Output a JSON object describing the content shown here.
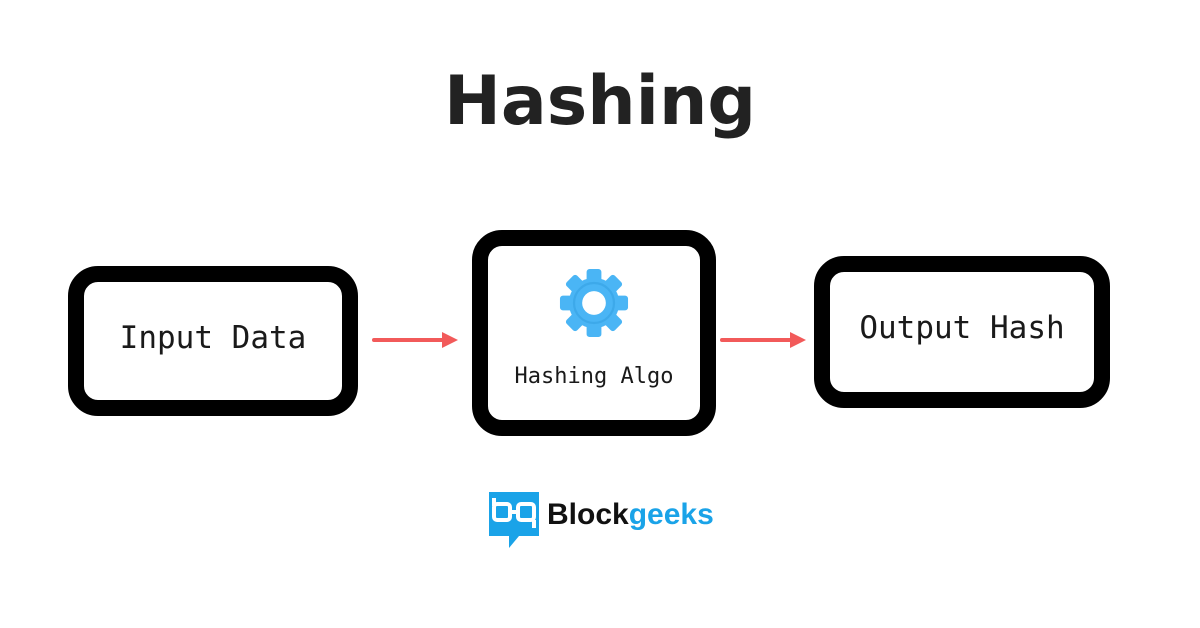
{
  "title": "Hashing",
  "nodes": {
    "input": {
      "label": "Input Data"
    },
    "algorithm": {
      "label": "Hashing Algo",
      "icon": "gear-icon"
    },
    "output": {
      "label": "Output Hash"
    }
  },
  "edges": [
    {
      "from": "Input Data",
      "to": "Hashing Algo"
    },
    {
      "from": "Hashing Algo",
      "to": "Output Hash"
    }
  ],
  "brand": {
    "name_part1": "Block",
    "name_part2": "geeks",
    "icon": "blockgeeks-logo-icon"
  },
  "colors": {
    "box_border": "#000000",
    "arrow": "#f25a5a",
    "gear": "#4ab5f5",
    "brand_blue": "#1aa3e8",
    "title": "#222222"
  }
}
